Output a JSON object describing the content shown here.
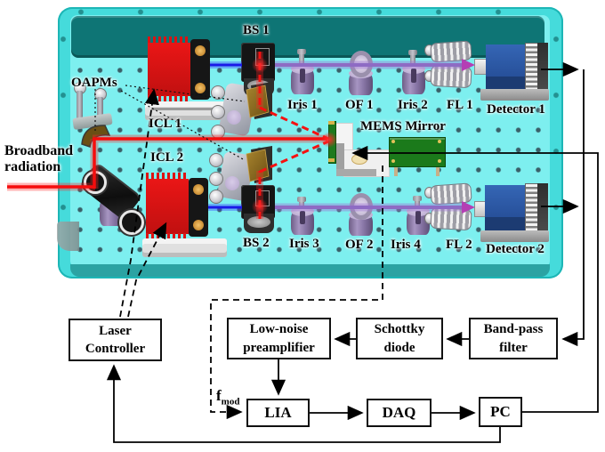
{
  "labels": {
    "broadband_line1": "Broadband",
    "broadband_line2": "radiation",
    "oapms": "OAPMs",
    "bs1": "BS 1",
    "icl1": "ICL 1",
    "icl2": "ICL 2",
    "bs2": "BS 2",
    "iris1": "Iris 1",
    "of1": "OF 1",
    "iris2": "Iris 2",
    "fl1": "FL 1",
    "detector1": "Detector 1",
    "mems": "MEMS Mirror",
    "iris3": "Iris 3",
    "of2": "OF 2",
    "iris4": "Iris 4",
    "fl2": "FL 2",
    "detector2": "Detector 2"
  },
  "block_diagram": {
    "laser_controller_line1": "Laser",
    "laser_controller_line2": "Controller",
    "preamp_line1": "Low-noise",
    "preamp_line2": "preamplifier",
    "schottky_line1": "Schottky",
    "schottky_line2": "diode",
    "bandpass_line1": "Band-pass",
    "bandpass_line2": "filter",
    "lia": "LIA",
    "daq": "DAQ",
    "pc": "PC",
    "fmod_base": "f",
    "fmod_sub": "mod"
  },
  "colors": {
    "table_rim": "#45DBDB",
    "table_surface": "#7DEFEF",
    "table_rail": "#0E7575",
    "beam_red": "#F51111",
    "beam_blue": "#1A1AE8",
    "beam_purple": "#8E6BC4",
    "laser_red": "#E01414",
    "detector_blue": "#2E5CA8",
    "pcb_green": "#1B7A1B"
  }
}
